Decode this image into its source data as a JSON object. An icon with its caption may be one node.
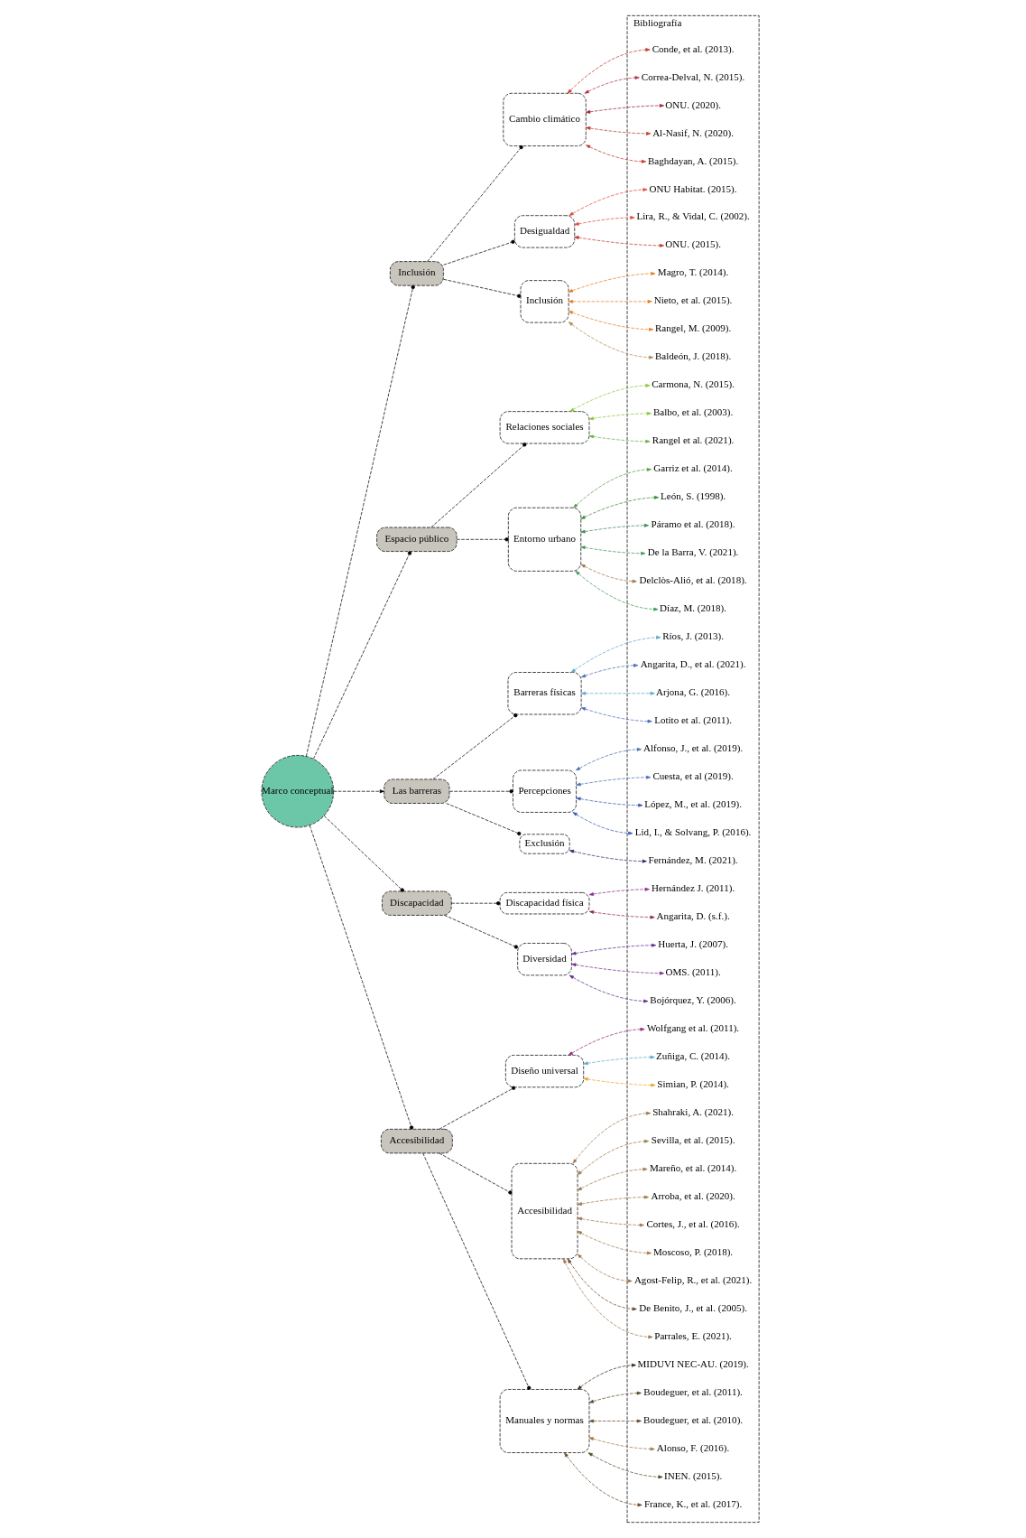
{
  "diagram": {
    "nodes": [
      {
        "text": [
          "Marco conceptual"
        ]
      },
      {
        "text": [
          "Inclusión"
        ]
      },
      {
        "text": [
          "Cambio climático"
        ]
      },
      {
        "text": [
          "Desigualdad"
        ]
      },
      {
        "text": [
          "Inclusión"
        ]
      },
      {
        "text": [
          "Espacio público"
        ]
      },
      {
        "text": [
          "Relaciones sociales"
        ]
      },
      {
        "text": [
          "Entorno urbano"
        ]
      },
      {
        "text": [
          "Las barreras"
        ]
      },
      {
        "text": [
          "Barreras físicas"
        ]
      },
      {
        "text": [
          "Percepciones"
        ]
      },
      {
        "text": [
          "Exclusión"
        ]
      },
      {
        "text": [
          "Discapacidad"
        ]
      },
      {
        "text": [
          "Discapacidad física"
        ]
      },
      {
        "text": [
          "Diversidad"
        ]
      },
      {
        "text": [
          "Accesibilidad"
        ]
      },
      {
        "text": [
          "Diseño universal"
        ]
      },
      {
        "text": [
          "Accesibilidad"
        ]
      },
      {
        "text": [
          "Manuales y normas"
        ]
      },
      {
        "text": [
          "Bibliografía"
        ]
      },
      {
        "text": [
          "Agost-Felip, R., et al. (2021)."
        ],
        "in": 19
      },
      {
        "text": [
          "Alfonso, J., et al. (2019)."
        ],
        "in": 19
      },
      {
        "text": [
          "Al-Nasif, N. (2020)."
        ],
        "in": 19
      },
      {
        "text": [
          "Alonso, F. (2016)."
        ],
        "in": 19
      },
      {
        "text": [
          "Angarita, D. (s.f.)."
        ],
        "in": 19
      },
      {
        "text": [
          "Angarita, D., et al. (2021)."
        ],
        "in": 19
      },
      {
        "text": [
          "Arjona, G. (2016)."
        ],
        "in": 19
      },
      {
        "text": [
          "Arroba, et al. (2020)."
        ],
        "in": 19
      },
      {
        "text": [
          "Baghdayan, A. (2015)."
        ],
        "in": 19
      },
      {
        "text": [
          "Balbo, et al. (2003)."
        ],
        "in": 19
      },
      {
        "text": [
          "Baldeón, J. (2018)."
        ],
        "in": 19
      },
      {
        "text": [
          "Bojórquez, Y. (2006)."
        ],
        "in": 19
      },
      {
        "text": [
          "Boudeguer, et al. (2011)."
        ],
        "in": 19
      },
      {
        "text": [
          "Boudeguer, et al. (2010)."
        ],
        "in": 19
      },
      {
        "text": [
          "Carmona, N. (2015)."
        ],
        "in": 19
      },
      {
        "text": [
          "Conde, et al. (2013)."
        ],
        "in": 19
      },
      {
        "text": [
          "Correa-Delval, N. (2015)."
        ],
        "in": 19
      },
      {
        "text": [
          "Cortes, J., et al. (2016)."
        ],
        "in": 19
      },
      {
        "text": [
          "Cuesta, et al (2019)."
        ],
        "in": 19
      },
      {
        "text": [
          "De Benito, J., et al. (2005)."
        ],
        "in": 19
      },
      {
        "text": [
          "De la Barra, V. (2021)."
        ],
        "in": 19
      },
      {
        "text": [
          "Delclòs-Alió, et al. (2018)."
        ],
        "in": 19
      },
      {
        "text": [
          "Díaz, M. (2018)."
        ],
        "in": 19
      },
      {
        "text": [
          "Fernández, M. (2021)."
        ],
        "in": 19
      },
      {
        "text": [
          "France, K., et al. (2017)."
        ],
        "in": 19
      },
      {
        "text": [
          "Garriz et al. (2014)."
        ],
        "in": 19
      },
      {
        "text": [
          "Hernández J. (2011)."
        ],
        "in": 19
      },
      {
        "text": [
          "Huerta, J. (2007)."
        ],
        "in": 19
      },
      {
        "text": [
          "León, S. (1998)."
        ],
        "in": 19
      },
      {
        "text": [
          "Lid, I., & Solvang, P. (2016)."
        ],
        "in": 19
      },
      {
        "text": [
          "Lira, R., & Vidal, C. (2002)."
        ],
        "in": 19
      },
      {
        "text": [
          "López, M., et al. (2019)."
        ],
        "in": 19
      },
      {
        "text": [
          "Lotito et al. (2011)."
        ],
        "in": 19
      },
      {
        "text": [
          "Magro, T. (2014)."
        ],
        "in": 19
      },
      {
        "text": [
          "Mareño, et al. (2014)."
        ],
        "in": 19
      },
      {
        "text": [
          "MIDUVI NEC-AU. (2019)."
        ],
        "in": 19
      },
      {
        "text": [
          "Moscoso, P. (2018)."
        ],
        "in": 19
      },
      {
        "text": [
          "Nieto, et al. (2015)."
        ],
        "in": 19
      },
      {
        "text": [
          "OMS. (2011)."
        ],
        "in": 19
      },
      {
        "text": [
          "ONU. (2015)."
        ],
        "in": 19
      },
      {
        "text": [
          "ONU Habitat. (2015)."
        ],
        "in": 19
      },
      {
        "text": [
          "ONU. (2020)."
        ],
        "in": 19
      },
      {
        "text": [
          "Páramo et al. (2018)."
        ],
        "in": 19
      },
      {
        "text": [
          "Parrales, E. (2021)."
        ],
        "in": 19
      },
      {
        "text": [
          "Rangel et al. (2021)."
        ],
        "in": 19
      },
      {
        "text": [
          "Rangel, M. (2009)."
        ],
        "in": 19
      },
      {
        "text": [
          "Ríos, J. (2013)."
        ],
        "in": 19
      },
      {
        "text": [
          "INEN. (2015)."
        ],
        "in": 19
      },
      {
        "text": [
          "Sevilla, et al. (2015)."
        ],
        "in": 19
      },
      {
        "text": [
          "Shahraki, A. (2021)."
        ],
        "in": 19
      },
      {
        "text": [
          "Simian, P. (2014)."
        ],
        "in": 19
      },
      {
        "text": [
          "Wolfgang et al. (2011)."
        ],
        "in": 19
      },
      {
        "text": [
          "Zuñiga, C. (2014)."
        ],
        "in": 19
      }
    ],
    "edges": [
      {
        "from": 0,
        "to": 1,
        "arrow": "other",
        "style": "dashed"
      },
      {
        "from": 0,
        "to": 5,
        "arrow": "other",
        "style": "dashed"
      },
      {
        "from": 0,
        "to": 8,
        "arrow": "to",
        "style": "dashed"
      },
      {
        "from": 0,
        "to": 12,
        "arrow": "other",
        "style": "dashed"
      },
      {
        "from": 0,
        "to": 15,
        "arrow": "other",
        "style": "dashed"
      },
      {
        "from": 1,
        "to": 2,
        "arrow": "other",
        "style": "dashed"
      },
      {
        "from": 1,
        "to": 3,
        "arrow": "other",
        "style": "dashed"
      },
      {
        "from": 1,
        "to": 4,
        "arrow": "other",
        "style": "dashed"
      },
      {
        "from": 5,
        "to": 6,
        "arrow": "other",
        "style": "dashed"
      },
      {
        "from": 5,
        "to": 7,
        "arrow": "other",
        "style": "dashed"
      },
      {
        "from": 8,
        "to": 9,
        "arrow": "other",
        "style": "dashed"
      },
      {
        "from": 8,
        "to": 10,
        "arrow": "other",
        "style": "dashed"
      },
      {
        "from": 8,
        "to": 11,
        "arrow": "other",
        "style": "dashed"
      },
      {
        "from": 12,
        "to": 13,
        "arrow": "other",
        "style": "dashed"
      },
      {
        "from": 12,
        "to": 14,
        "arrow": "other",
        "style": "dashed"
      },
      {
        "from": 15,
        "to": 16,
        "arrow": "other",
        "style": "dashed"
      },
      {
        "from": 15,
        "to": 17,
        "arrow": "other",
        "style": "dashed"
      },
      {
        "from": 15,
        "to": 18,
        "arrow": "other",
        "style": "dashed"
      },
      {
        "from": 17,
        "to": 20,
        "arrow": "both",
        "style": "dashed",
        "color": "#a0784a"
      },
      {
        "from": 10,
        "to": 21,
        "arrow": "both",
        "style": "dashed",
        "color": "#4a6fb5"
      },
      {
        "from": 2,
        "to": 22,
        "arrow": "both",
        "style": "dashed",
        "color": "#c0392b"
      },
      {
        "from": 18,
        "to": 23,
        "arrow": "both",
        "style": "dashed",
        "color": "#a0784a"
      },
      {
        "from": 13,
        "to": 24,
        "arrow": "both",
        "style": "dashed",
        "color": "#8e2a5a"
      },
      {
        "from": 9,
        "to": 25,
        "arrow": "both",
        "style": "dashed",
        "color": "#4a6fb5"
      },
      {
        "from": 9,
        "to": 26,
        "arrow": "both",
        "style": "dashed",
        "color": "#5aa9c9"
      },
      {
        "from": 17,
        "to": 27,
        "arrow": "both",
        "style": "dashed",
        "color": "#a0784a"
      },
      {
        "from": 2,
        "to": 28,
        "arrow": "both",
        "style": "dashed",
        "color": "#c0392b"
      },
      {
        "from": 6,
        "to": 29,
        "arrow": "both",
        "style": "dashed",
        "color": "#8cc63f"
      },
      {
        "from": 4,
        "to": 30,
        "arrow": "both",
        "style": "dashed",
        "color": "#b08a4a"
      },
      {
        "from": 14,
        "to": 31,
        "arrow": "both",
        "style": "dashed",
        "color": "#5a2d8e"
      },
      {
        "from": 18,
        "to": 32,
        "arrow": "both",
        "style": "dashed",
        "color": "#5a4a2b"
      },
      {
        "from": 18,
        "to": 33,
        "arrow": "both",
        "style": "dashed",
        "color": "#6b4a2b"
      },
      {
        "from": 6,
        "to": 34,
        "arrow": "both",
        "style": "dashed",
        "color": "#8cc63f"
      },
      {
        "from": 2,
        "to": 35,
        "arrow": "both",
        "style": "dashed",
        "color": "#c0392b"
      },
      {
        "from": 2,
        "to": 36,
        "arrow": "both",
        "style": "dashed",
        "color": "#b0304a"
      },
      {
        "from": 17,
        "to": 37,
        "arrow": "both",
        "style": "dashed",
        "color": "#a0784a"
      },
      {
        "from": 10,
        "to": 38,
        "arrow": "both",
        "style": "dashed",
        "color": "#4a6fb5"
      },
      {
        "from": 17,
        "to": 39,
        "arrow": "both",
        "style": "dashed",
        "color": "#6b4a2b"
      },
      {
        "from": 7,
        "to": 40,
        "arrow": "both",
        "style": "dashed",
        "color": "#3a9a5a"
      },
      {
        "from": 7,
        "to": 41,
        "arrow": "both",
        "style": "dashed",
        "color": "#a0784a"
      },
      {
        "from": 7,
        "to": 42,
        "arrow": "both",
        "style": "dashed",
        "color": "#3a9a5a"
      },
      {
        "from": 11,
        "to": 43,
        "arrow": "both",
        "style": "dashed",
        "color": "#2d2d6e"
      },
      {
        "from": 18,
        "to": 44,
        "arrow": "both",
        "style": "dashed",
        "color": "#6b4a2b"
      },
      {
        "from": 7,
        "to": 45,
        "arrow": "both",
        "style": "dashed",
        "color": "#5a9a4a"
      },
      {
        "from": 13,
        "to": 46,
        "arrow": "both",
        "style": "dashed",
        "color": "#8e2a8e"
      },
      {
        "from": 14,
        "to": 47,
        "arrow": "both",
        "style": "dashed",
        "color": "#5a2d8e"
      },
      {
        "from": 7,
        "to": 48,
        "arrow": "both",
        "style": "dashed",
        "color": "#3a8a3a"
      },
      {
        "from": 10,
        "to": 49,
        "arrow": "both",
        "style": "dashed",
        "color": "#3a5ab5"
      },
      {
        "from": 3,
        "to": 50,
        "arrow": "both",
        "style": "dashed",
        "color": "#e04a3a"
      },
      {
        "from": 10,
        "to": 51,
        "arrow": "both",
        "style": "dashed",
        "color": "#3a5ab5"
      },
      {
        "from": 9,
        "to": 52,
        "arrow": "both",
        "style": "dashed",
        "color": "#4a6fb5"
      },
      {
        "from": 4,
        "to": 53,
        "arrow": "both",
        "style": "dashed",
        "color": "#e67e22"
      },
      {
        "from": 17,
        "to": 54,
        "arrow": "both",
        "style": "dashed",
        "color": "#a0784a"
      },
      {
        "from": 18,
        "to": 55,
        "arrow": "both",
        "style": "dashed",
        "color": "#3a2a1b"
      },
      {
        "from": 17,
        "to": 56,
        "arrow": "both",
        "style": "dashed",
        "color": "#a0784a"
      },
      {
        "from": 4,
        "to": 57,
        "arrow": "both",
        "style": "dashed",
        "color": "#e67e22"
      },
      {
        "from": 14,
        "to": 58,
        "arrow": "both",
        "style": "dashed",
        "color": "#7b2d8e"
      },
      {
        "from": 3,
        "to": 59,
        "arrow": "both",
        "style": "dashed",
        "color": "#c0392b"
      },
      {
        "from": 3,
        "to": 60,
        "arrow": "both",
        "style": "dashed",
        "color": "#e04a3a"
      },
      {
        "from": 2,
        "to": 61,
        "arrow": "both",
        "style": "dashed",
        "color": "#a02030"
      },
      {
        "from": 7,
        "to": 62,
        "arrow": "both",
        "style": "dashed",
        "color": "#3a8a5a"
      },
      {
        "from": 17,
        "to": 63,
        "arrow": "both",
        "style": "dashed",
        "color": "#a0784a"
      },
      {
        "from": 6,
        "to": 64,
        "arrow": "both",
        "style": "dashed",
        "color": "#6ab04a"
      },
      {
        "from": 4,
        "to": 65,
        "arrow": "both",
        "style": "dashed",
        "color": "#e67e22"
      },
      {
        "from": 9,
        "to": 66,
        "arrow": "both",
        "style": "dashed",
        "color": "#5aa9c9"
      },
      {
        "from": 18,
        "to": 67,
        "arrow": "both",
        "style": "dashed",
        "color": "#5a4a2b"
      },
      {
        "from": 17,
        "to": 68,
        "arrow": "both",
        "style": "dashed",
        "color": "#a0784a"
      },
      {
        "from": 17,
        "to": 69,
        "arrow": "both",
        "style": "dashed",
        "color": "#9c7a4e"
      },
      {
        "from": 16,
        "to": 70,
        "arrow": "both",
        "style": "dashed",
        "color": "#f0a030"
      },
      {
        "from": 16,
        "to": 71,
        "arrow": "both",
        "style": "dashed",
        "color": "#8e2a7a"
      },
      {
        "from": 16,
        "to": 72,
        "arrow": "both",
        "style": "dashed",
        "color": "#5aa9c9"
      }
    ]
  }
}
